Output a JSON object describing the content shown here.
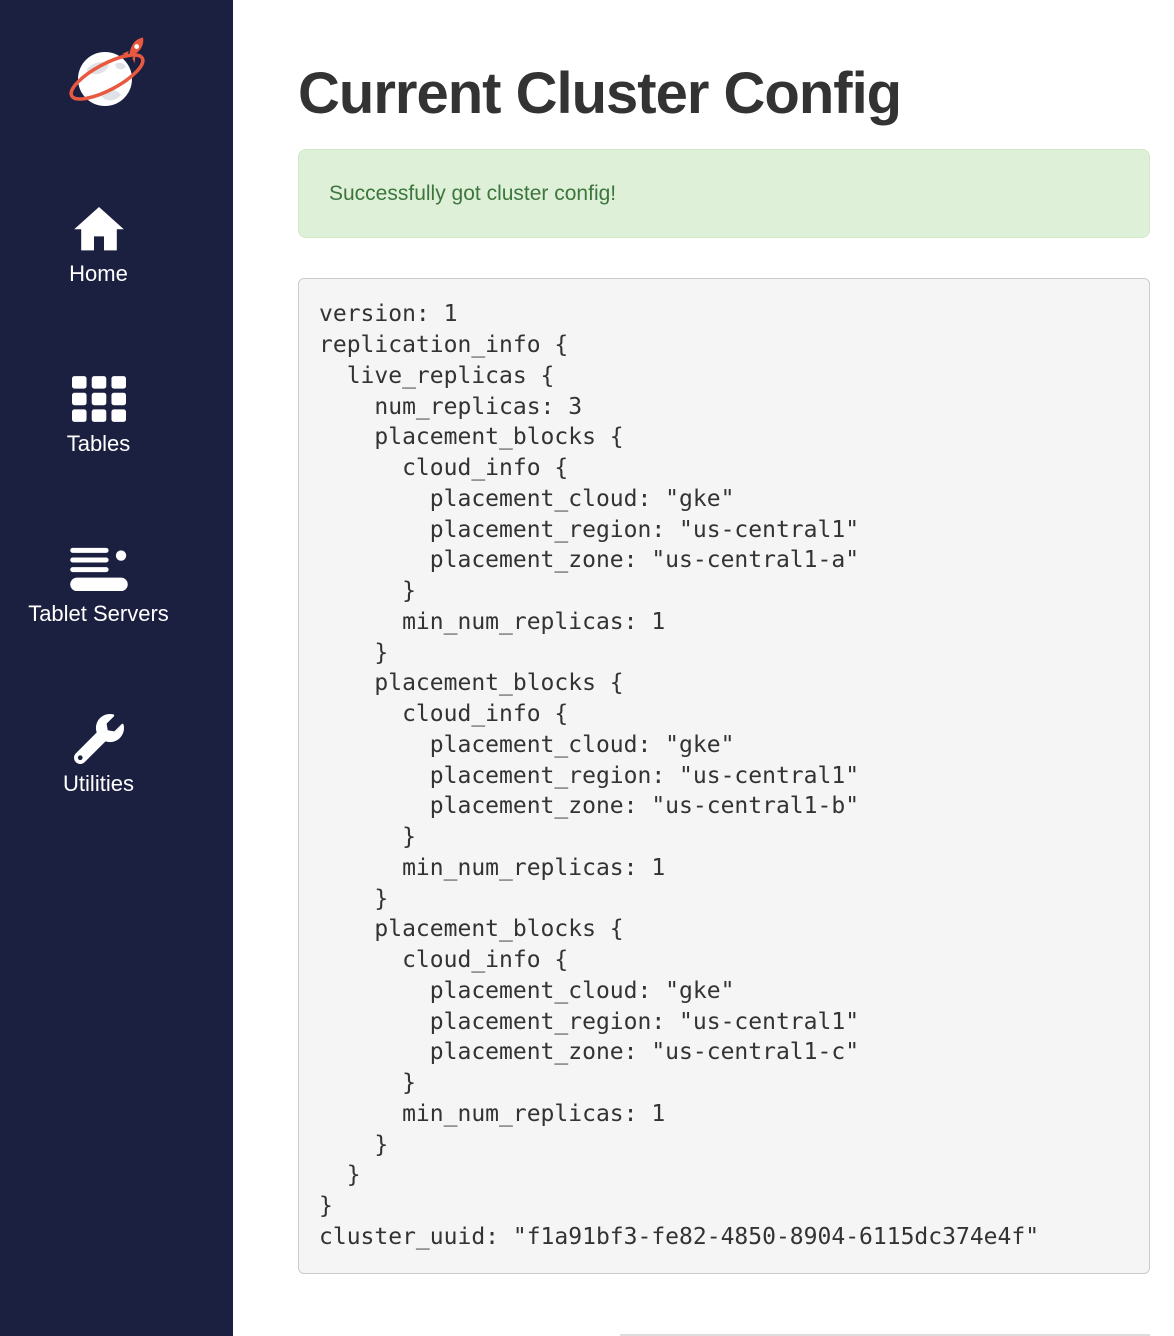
{
  "sidebar": {
    "logo_icon": "rocket-globe-logo",
    "items": [
      {
        "label": "Home",
        "icon": "home-icon"
      },
      {
        "label": "Tables",
        "icon": "tables-icon"
      },
      {
        "label": "Tablet Servers",
        "icon": "tablet-servers-icon"
      },
      {
        "label": "Utilities",
        "icon": "wrench-icon"
      }
    ]
  },
  "main": {
    "title": "Current Cluster Config",
    "alert_message": "Successfully got cluster config!",
    "cluster_uuid": "f1a91bf3-fe82-4850-8904-6115dc374e4f",
    "config_text": "version: 1\nreplication_info {\n  live_replicas {\n    num_replicas: 3\n    placement_blocks {\n      cloud_info {\n        placement_cloud: \"gke\"\n        placement_region: \"us-central1\"\n        placement_zone: \"us-central1-a\"\n      }\n      min_num_replicas: 1\n    }\n    placement_blocks {\n      cloud_info {\n        placement_cloud: \"gke\"\n        placement_region: \"us-central1\"\n        placement_zone: \"us-central1-b\"\n      }\n      min_num_replicas: 1\n    }\n    placement_blocks {\n      cloud_info {\n        placement_cloud: \"gke\"\n        placement_region: \"us-central1\"\n        placement_zone: \"us-central1-c\"\n      }\n      min_num_replicas: 1\n    }\n  }\n}\ncluster_uuid: \"f1a91bf3-fe82-4850-8904-6115dc374e4f\""
  },
  "colors": {
    "sidebar_bg": "#1c2040",
    "logo_accent": "#e8593f",
    "alert_bg": "#dff0d8",
    "alert_text": "#3c763d",
    "code_bg": "#f5f5f5",
    "code_border": "#cccccc",
    "title_text": "#333333"
  }
}
